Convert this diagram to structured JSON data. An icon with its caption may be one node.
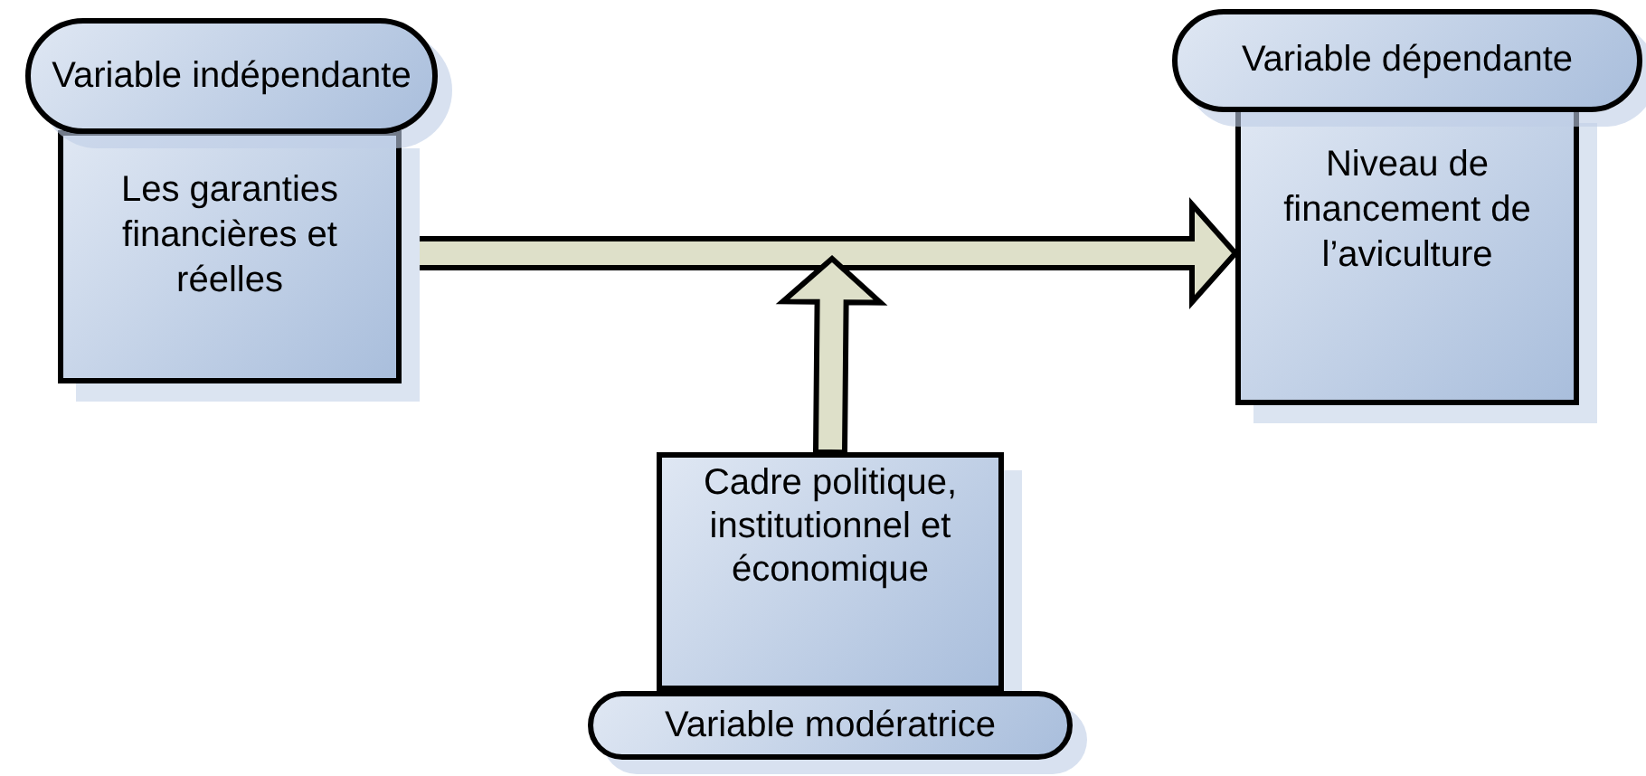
{
  "diagram": {
    "nodes": [
      {
        "text": [
          "Variable indépendante"
        ]
      },
      {
        "text": [
          "Les garanties financières et réelles"
        ]
      },
      {
        "text": [
          "Variable dépendante"
        ]
      },
      {
        "text": [
          "Niveau de financement de l’aviculture"
        ]
      },
      {
        "text": [
          "Cadre politique, institutionnel et économique"
        ]
      },
      {
        "text": [
          "Variable modératrice"
        ]
      }
    ],
    "edges": [
      {
        "from": 1,
        "to": 3,
        "arrow": "to"
      },
      {
        "from": 4,
        "to": null,
        "arrow": "to"
      }
    ]
  }
}
